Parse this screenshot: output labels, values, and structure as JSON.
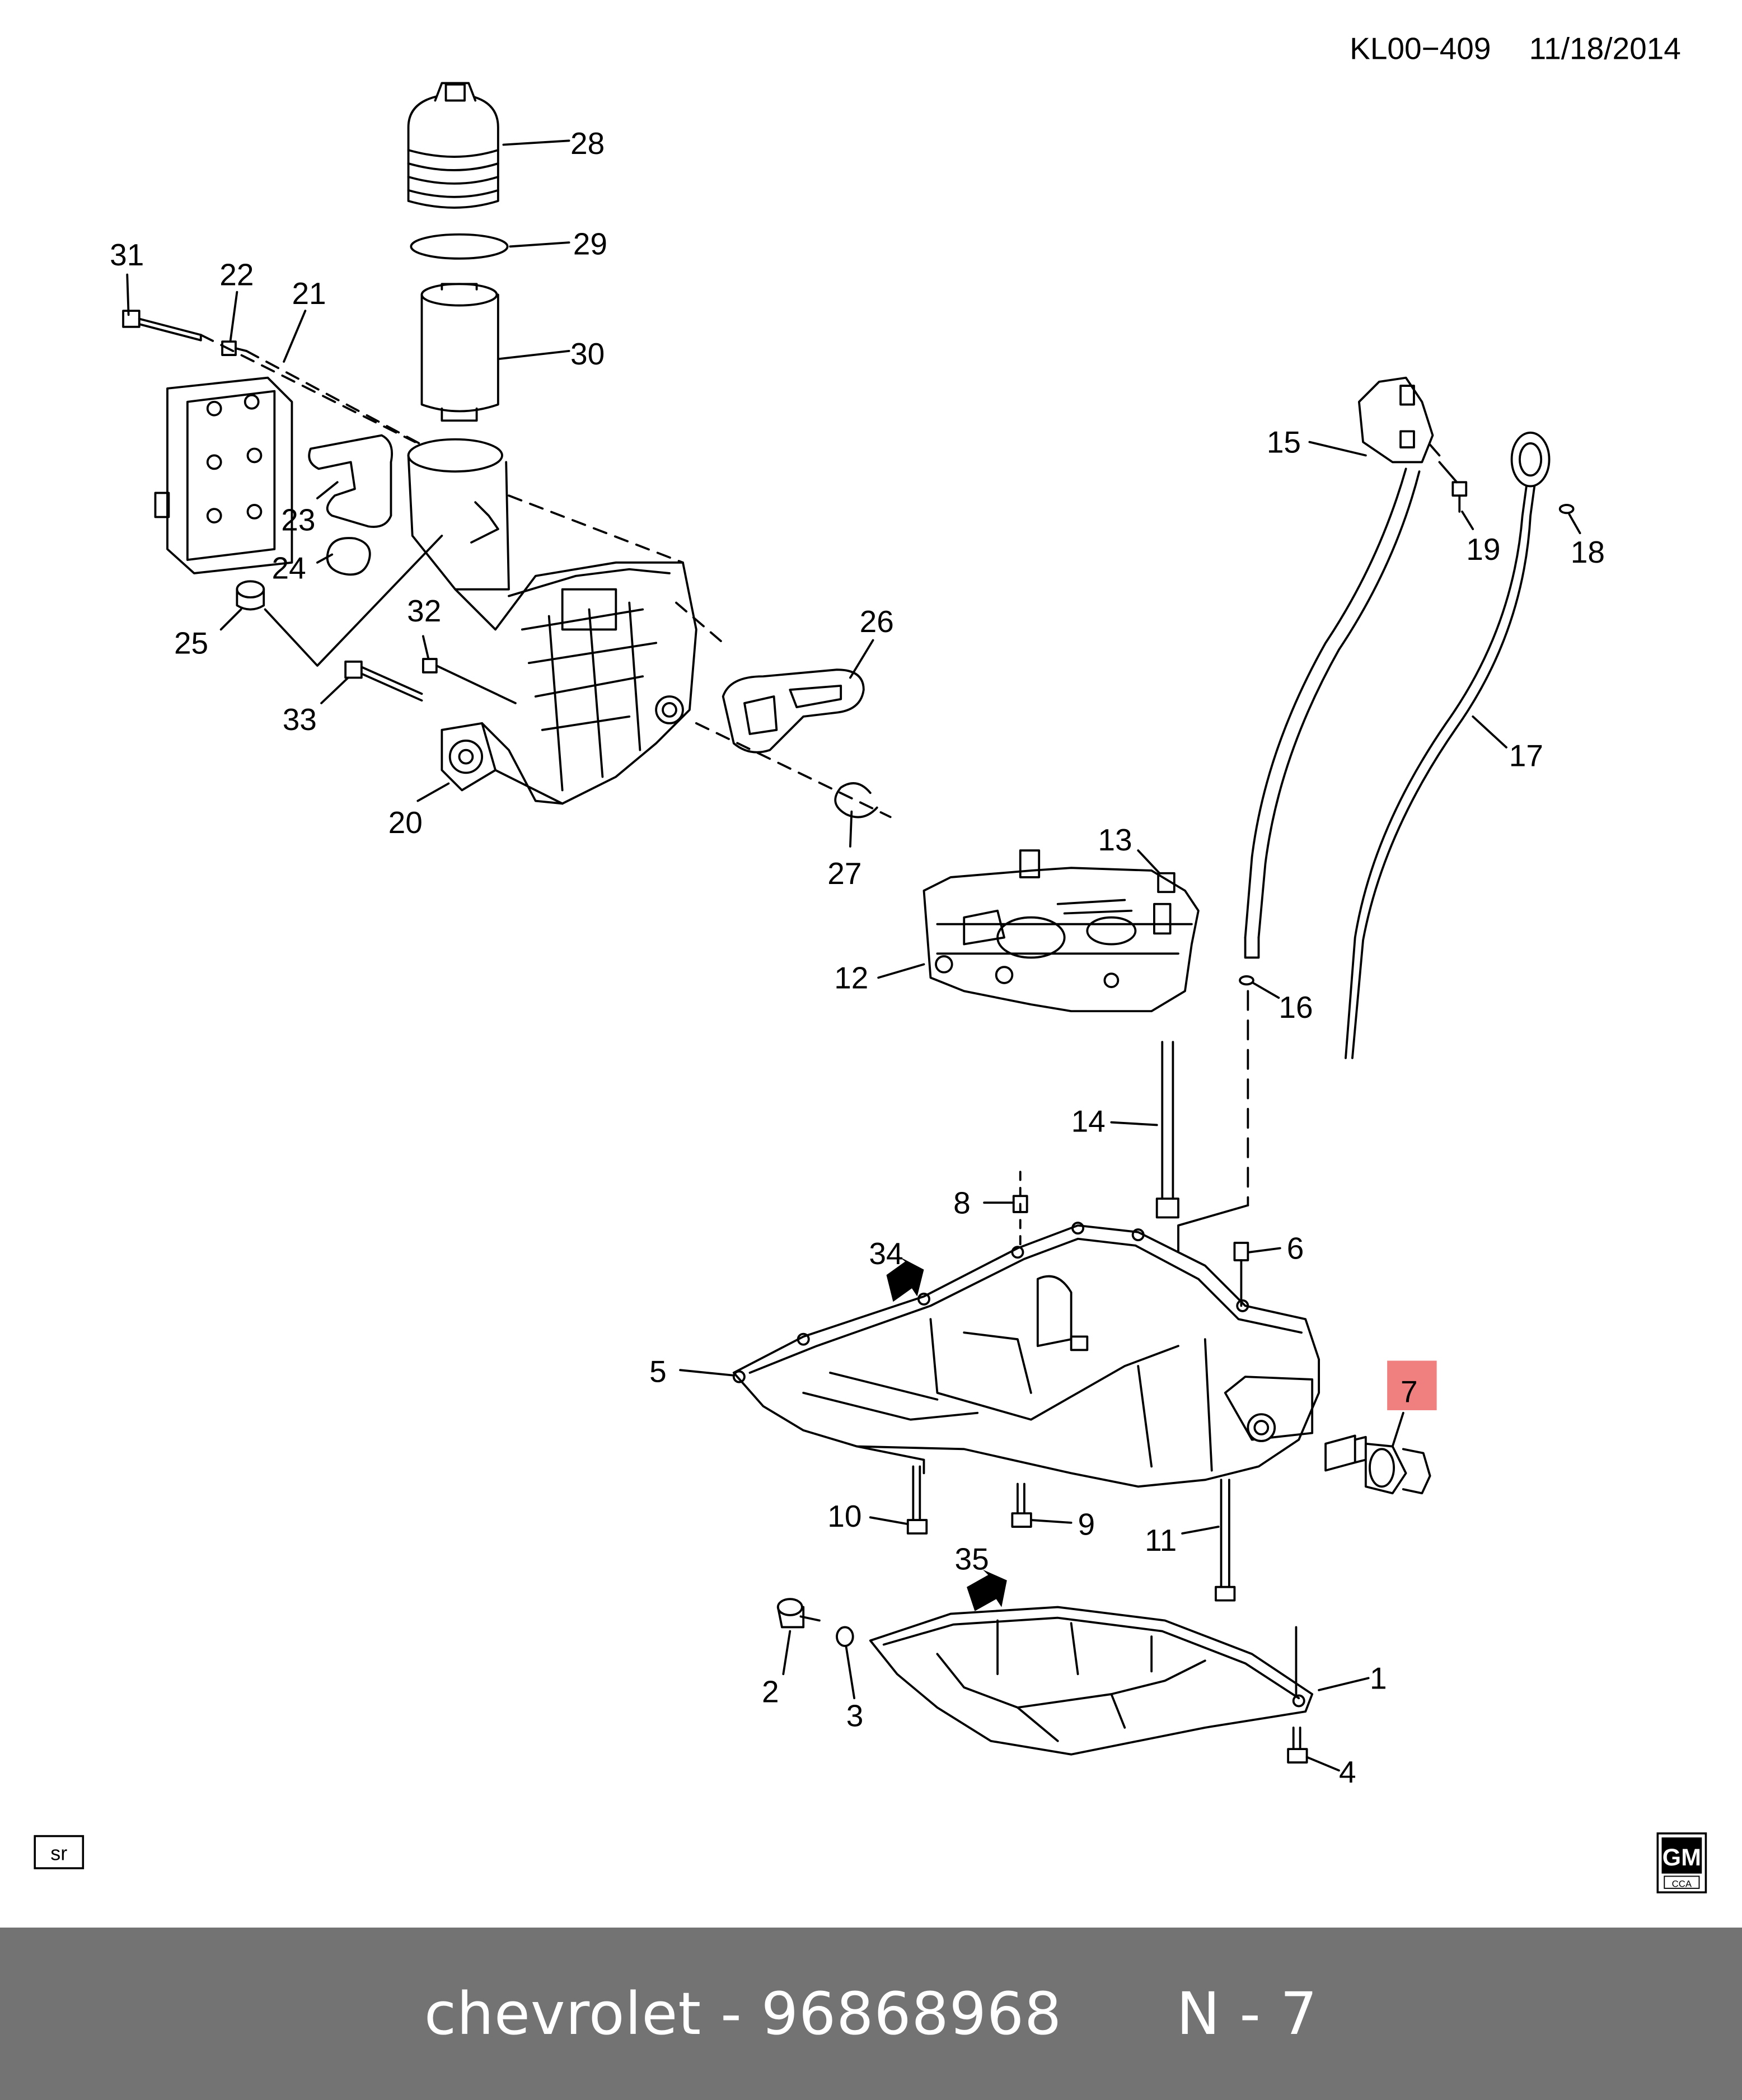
{
  "header": {
    "drawing_id": "KL00−409",
    "date": "11/18/2014"
  },
  "corner_badge": "sr",
  "logo": {
    "brand": "GM",
    "sub": "CCA"
  },
  "highlight_color": "#f08080",
  "highlighted_part": "7",
  "callouts": {
    "c1": "1",
    "c2": "2",
    "c3": "3",
    "c4": "4",
    "c5": "5",
    "c6": "6",
    "c7": "7",
    "c8": "8",
    "c9": "9",
    "c10": "10",
    "c11": "11",
    "c12": "12",
    "c13": "13",
    "c14": "14",
    "c15": "15",
    "c16": "16",
    "c17": "17",
    "c18": "18",
    "c19": "19",
    "c20": "20",
    "c21": "21",
    "c22": "22",
    "c23": "23",
    "c24": "24",
    "c25": "25",
    "c26": "26",
    "c27": "27",
    "c28": "28",
    "c29": "29",
    "c30": "30",
    "c31": "31",
    "c32": "32",
    "c33": "33",
    "c34": "34",
    "c35": "35"
  },
  "footer": {
    "brand": "chevrolet",
    "part_number": "96868968",
    "ref": "N - 7"
  }
}
